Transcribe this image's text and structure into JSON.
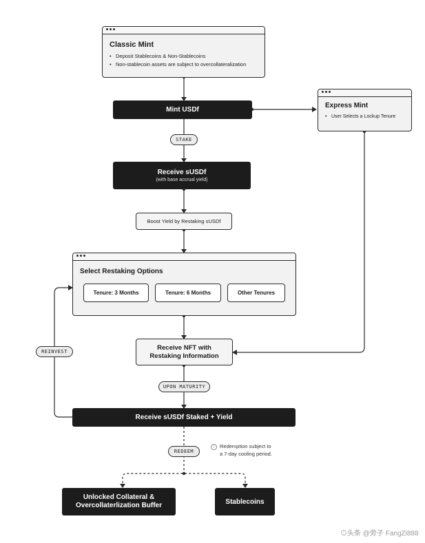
{
  "classic_mint": {
    "title": "Classic Mint",
    "bullets": [
      "Deposit Stablecoins & Non-Stablecoins",
      "Non-stablecoin assets are subject to overcollateralization"
    ]
  },
  "mint_usdf": {
    "label": "Mint USDf"
  },
  "express_mint": {
    "title": "Express Mint",
    "bullets": [
      "User Selects a Lockup Tenure"
    ]
  },
  "stake_pill": {
    "label": "STAKE"
  },
  "receive_susdf": {
    "label": "Receive sUSDf",
    "sub": "(with base accrual yield)"
  },
  "boost_yield": {
    "label": "Boost Yield by Restaking sUSDf"
  },
  "restaking_options": {
    "title": "Select Restaking Options",
    "options": [
      "Tenure: 3 Months",
      "Tenure: 6 Months",
      "Other Tenures"
    ]
  },
  "receive_nft": {
    "line1": "Receive NFT with",
    "line2": "Restaking Information"
  },
  "reinvest_pill": {
    "label": "REINVEST"
  },
  "maturity_pill": {
    "label": "UPON MATURITY"
  },
  "receive_staked": {
    "label": "Receive sUSDf Staked + Yield"
  },
  "redeem_pill": {
    "label": "REDEEM"
  },
  "redeem_note": {
    "line1": "Redemption subject to",
    "line2": "a 7-day cooling period."
  },
  "unlocked": {
    "line1": "Unlocked Collateral &",
    "line2": "Overcollaterlization Buffer"
  },
  "stablecoins": {
    "label": "Stablecoins"
  },
  "watermark": {
    "text": "⊙头条 @旁子 FangZi888"
  }
}
